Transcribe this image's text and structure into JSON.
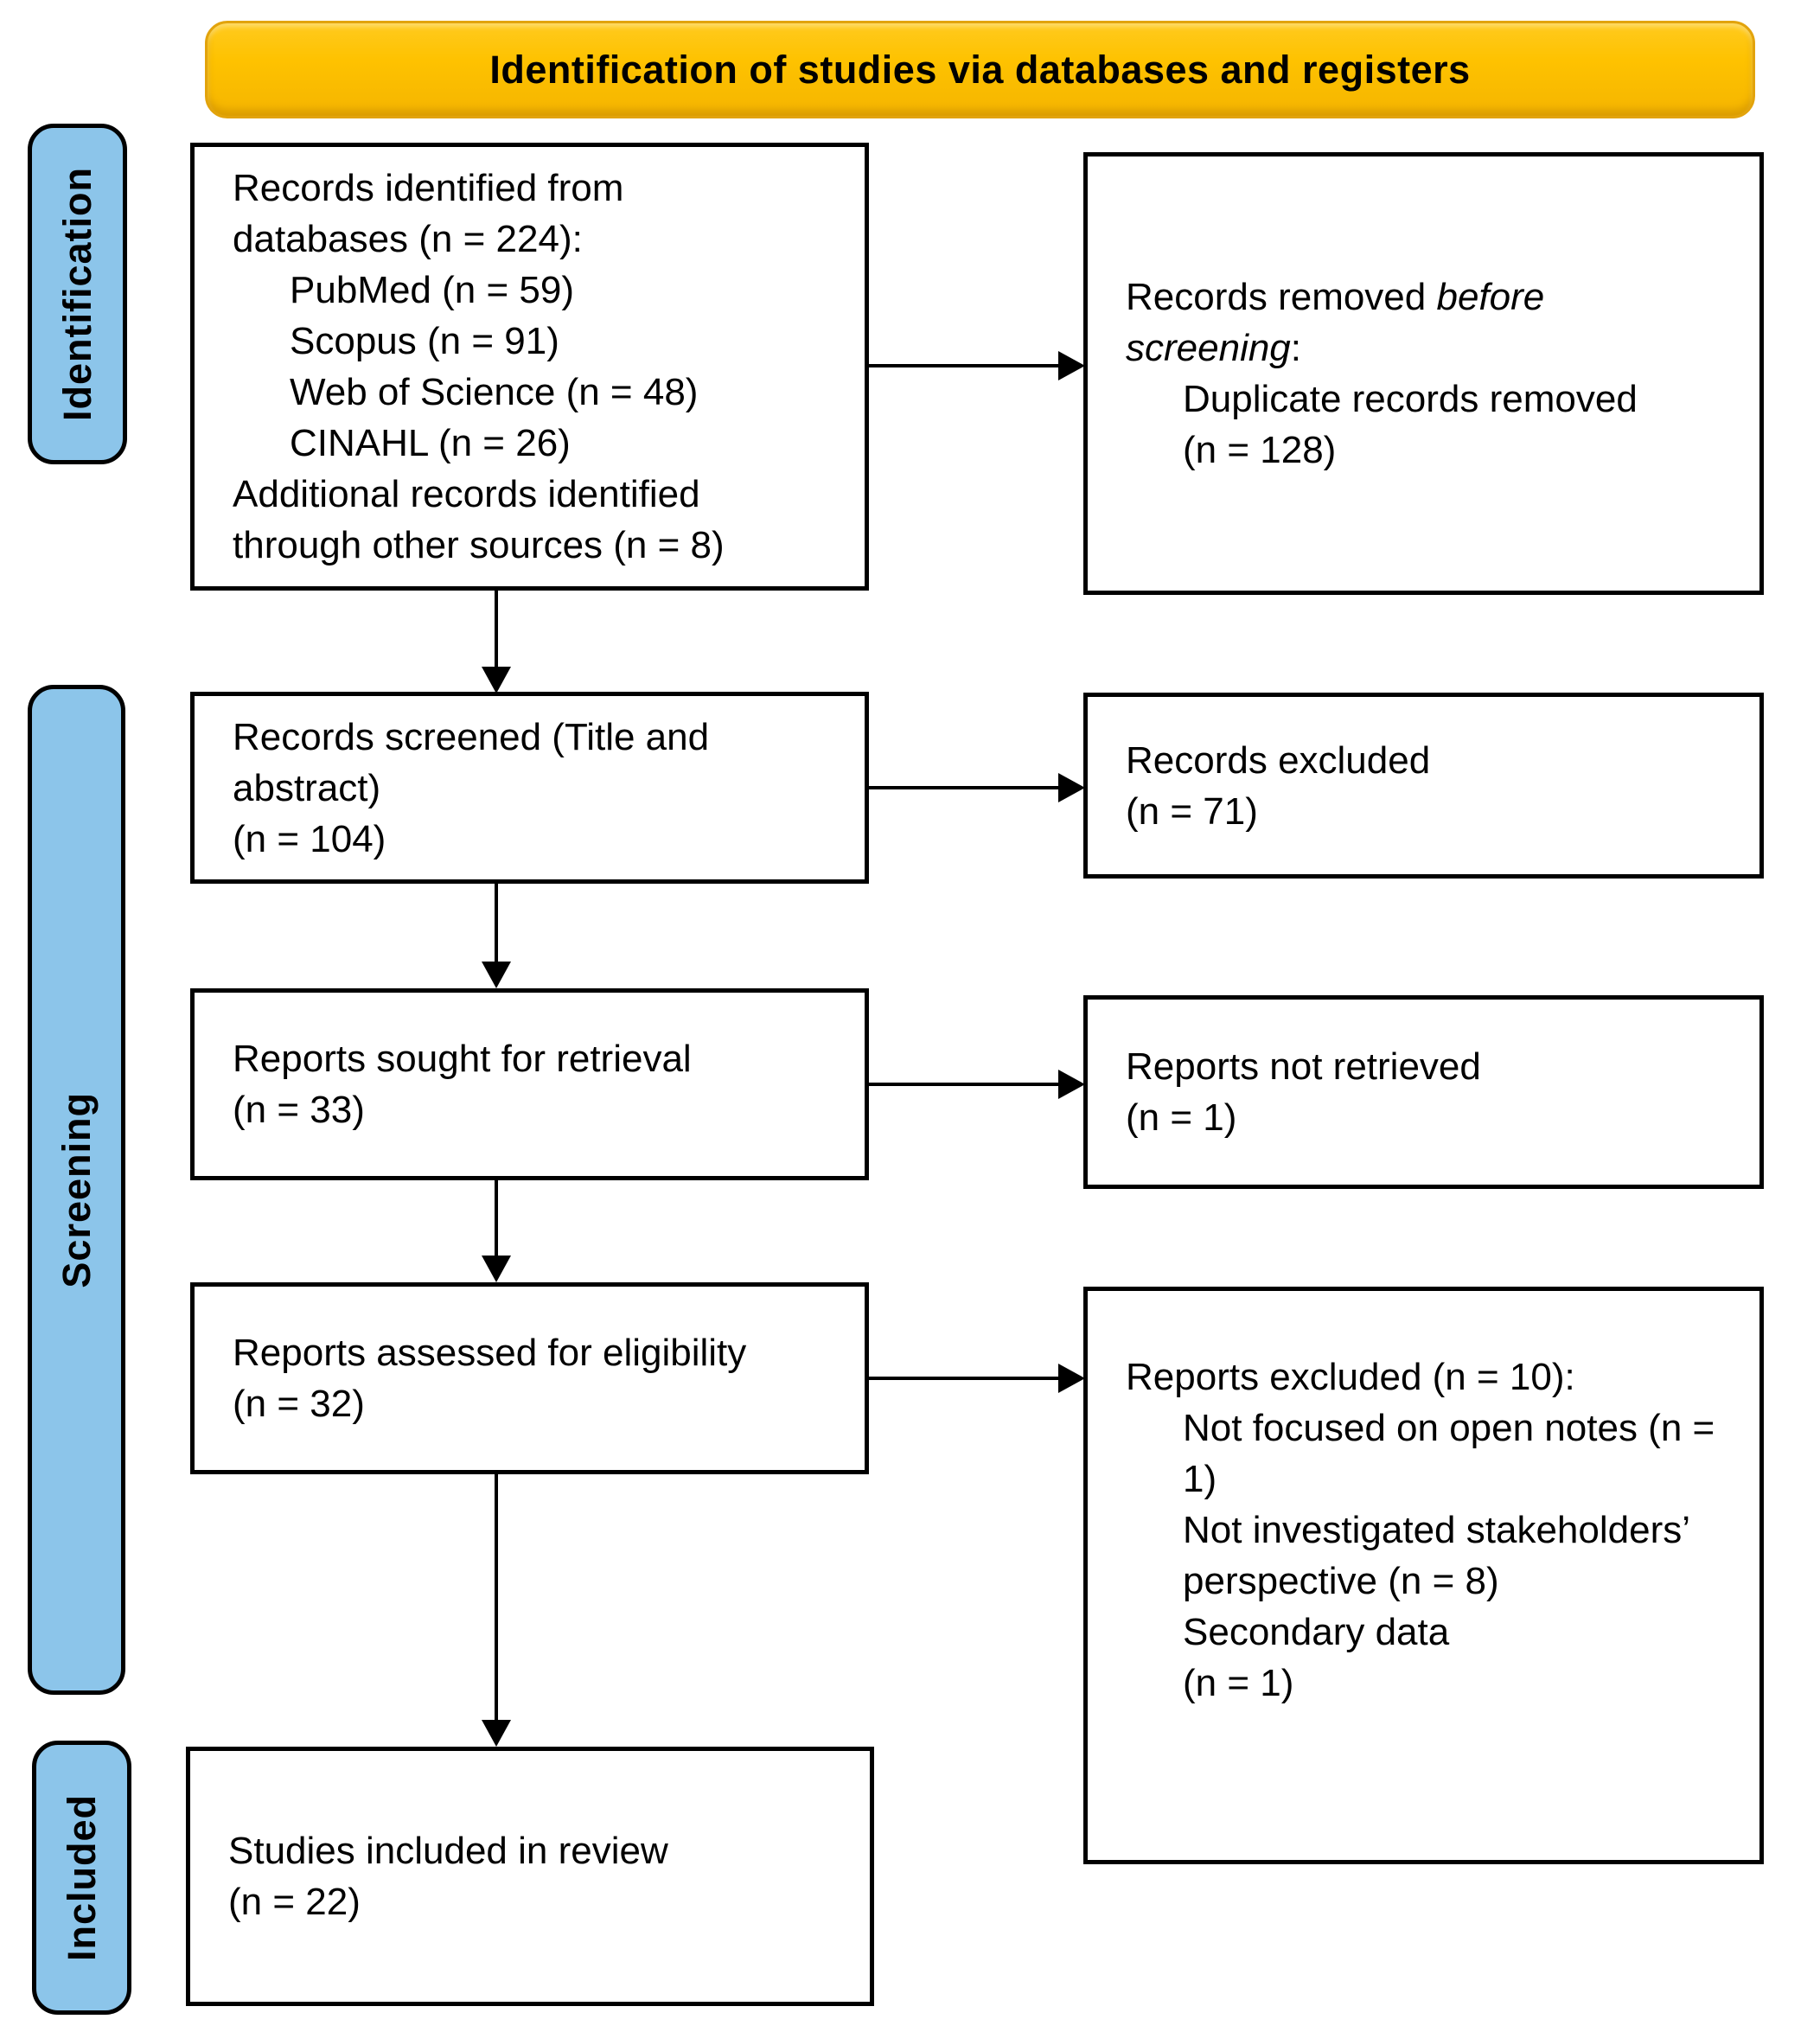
{
  "banner": {
    "label": "Identification of studies via databases and registers"
  },
  "stages": {
    "identification": "Identification",
    "screening": "Screening",
    "included": "Included"
  },
  "colors": {
    "banner_fill": "#fec200",
    "banner_border": "#e2a30c",
    "stage_fill": "#8cc5ea",
    "box_border": "#000000",
    "arrow": "#000000"
  },
  "boxes": {
    "records_identified": {
      "lines": [
        "Records identified from",
        "databases (n = 224):",
        "PubMed (n = 59)",
        "Scopus (n = 91)",
        "Web of Science (n = 48)",
        "CINAHL (n = 26)",
        "Additional records identified",
        "through other sources (n = 8)"
      ]
    },
    "records_removed": {
      "line1_normal": "Records removed ",
      "line1_italic": "before",
      "line2_italic": "screening",
      "line2_suffix": ":",
      "sub_lines": [
        "Duplicate records removed",
        "(n = 128)"
      ]
    },
    "records_screened": {
      "lines": [
        "Records screened (Title and",
        "abstract)",
        "(n = 104)"
      ]
    },
    "records_excluded": {
      "lines": [
        "Records excluded",
        "(n = 71)"
      ]
    },
    "reports_sought": {
      "lines": [
        "Reports sought for retrieval",
        "(n = 33)"
      ]
    },
    "reports_not_retrieved": {
      "lines": [
        "Reports not retrieved",
        "(n = 1)"
      ]
    },
    "reports_assessed": {
      "lines": [
        "Reports assessed for eligibility",
        "(n = 32)"
      ]
    },
    "reports_excluded": {
      "lines": [
        "Reports excluded (n = 10):"
      ],
      "sub_lines": [
        "Not focused on open notes (n =",
        "1)",
        "Not investigated stakeholders’",
        "perspective (n = 8)",
        "Secondary data",
        "(n = 1)"
      ]
    },
    "studies_included": {
      "lines": [
        "Studies included in review",
        "(n = 22)"
      ]
    }
  }
}
